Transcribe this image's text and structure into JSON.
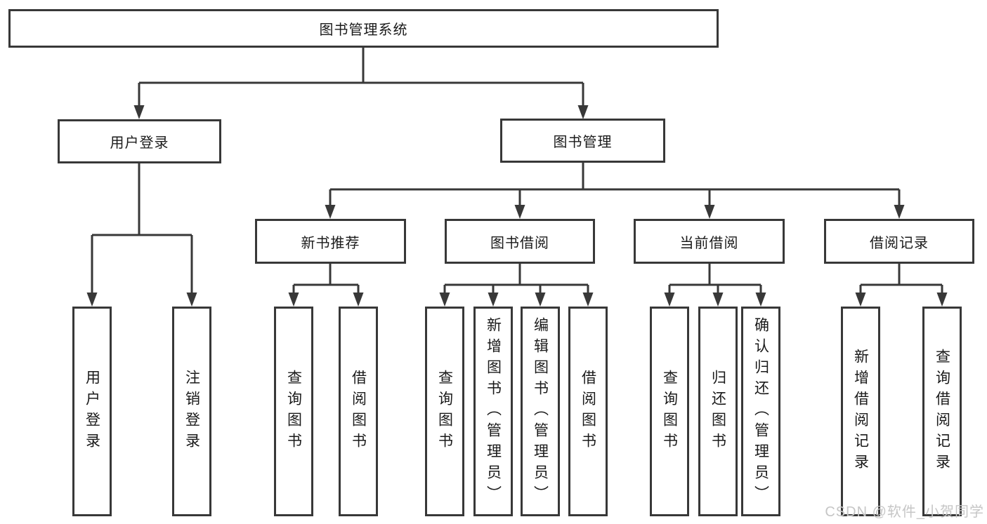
{
  "diagram": {
    "root": {
      "label": "图书管理系统"
    },
    "level1": [
      {
        "label": "用户登录"
      },
      {
        "label": "图书管理"
      }
    ],
    "level2": [
      {
        "label": "新书推荐",
        "parent": "图书管理"
      },
      {
        "label": "图书借阅",
        "parent": "图书管理"
      },
      {
        "label": "当前借阅",
        "parent": "图书管理"
      },
      {
        "label": "借阅记录",
        "parent": "图书管理"
      }
    ],
    "leaves": [
      {
        "label": "用户登录",
        "parent": "用户登录"
      },
      {
        "label": "注销登录",
        "parent": "用户登录"
      },
      {
        "label": "查询图书",
        "parent": "新书推荐"
      },
      {
        "label": "借阅图书",
        "parent": "新书推荐"
      },
      {
        "label": "查询图书",
        "parent": "图书借阅"
      },
      {
        "label": "新增图书（管理员）",
        "parent": "图书借阅"
      },
      {
        "label": "编辑图书（管理员）",
        "parent": "图书借阅"
      },
      {
        "label": "借阅图书",
        "parent": "图书借阅"
      },
      {
        "label": "查询图书",
        "parent": "当前借阅"
      },
      {
        "label": "归还图书",
        "parent": "当前借阅"
      },
      {
        "label": "确认归还（管理员）",
        "parent": "当前借阅"
      },
      {
        "label": "新增借阅记录",
        "parent": "借阅记录"
      },
      {
        "label": "查询借阅记录",
        "parent": "借阅记录"
      }
    ],
    "line_color": "#383838",
    "box_background": "#ffffff",
    "text_color": "#1a1a1a"
  },
  "watermark": {
    "text": "CSDN @软件_小贺同学",
    "color": "#c6c6c6"
  }
}
